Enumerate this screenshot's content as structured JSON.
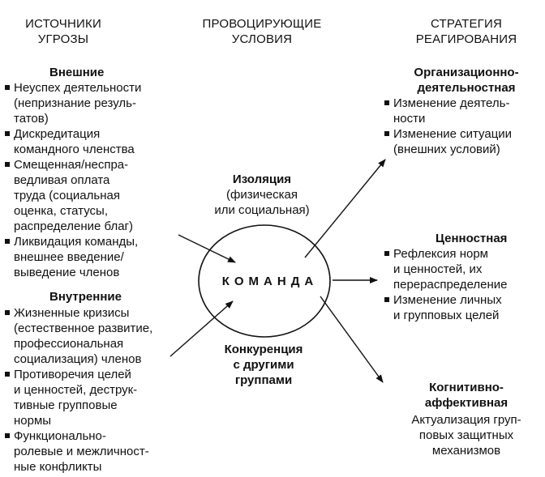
{
  "headers": {
    "sources": [
      "ИСТОЧНИКИ",
      "УГРОЗЫ"
    ],
    "conditions": [
      "ПРОВОЦИРУЮЩИЕ",
      "УСЛОВИЯ"
    ],
    "strategy": [
      "СТРАТЕГИЯ",
      "РЕАГИРОВАНИЯ"
    ]
  },
  "external": {
    "title": "Внешние",
    "items": [
      [
        "Неуспех деятельности",
        "(непризнание резуль-",
        "татов)"
      ],
      [
        "Дискредитация",
        "командного членства"
      ],
      [
        "Смещенная/неспра-",
        "ведливая оплата",
        "труда (социальная",
        "оценка, статусы,",
        "распределение благ)"
      ],
      [
        "Ликвидация команды,",
        "внешнее введение/",
        "выведение членов"
      ]
    ]
  },
  "internal": {
    "title": "Внутренние",
    "items": [
      [
        "Жизненные кризисы",
        "(естественное развитие,",
        "профессиональная",
        "социализация) членов"
      ],
      [
        "Противоречия целей",
        "и ценностей, деструк-",
        "тивные групповые",
        "нормы"
      ],
      [
        "Функционально-",
        "ролевые и межличност-",
        "ные конфликты"
      ]
    ]
  },
  "isolation": {
    "title": "Изоляция",
    "lines": [
      "(физическая",
      "или социальная)"
    ]
  },
  "competition": {
    "lines": [
      "Конкуренция",
      "с другими",
      "группами"
    ]
  },
  "team": "КОМАНДА",
  "org": {
    "title": [
      "Организационно-",
      "деятельностная"
    ],
    "items": [
      [
        "Изменение деятель-",
        "ности"
      ],
      [
        "Изменение ситуации",
        "(внешних условий)"
      ]
    ]
  },
  "value": {
    "title": "Ценностная",
    "items": [
      [
        "Рефлексия норм",
        "и ценностей, их",
        "перераспределение"
      ],
      [
        "Изменение личных",
        "и групповых целей"
      ]
    ]
  },
  "cognitive": {
    "title": [
      "Когнитивно-",
      "аффективная"
    ],
    "lines": [
      "Актуализация груп-",
      "повых защитных",
      "механизмов"
    ]
  },
  "colors": {
    "ink": "#111111",
    "background": "#ffffff"
  }
}
